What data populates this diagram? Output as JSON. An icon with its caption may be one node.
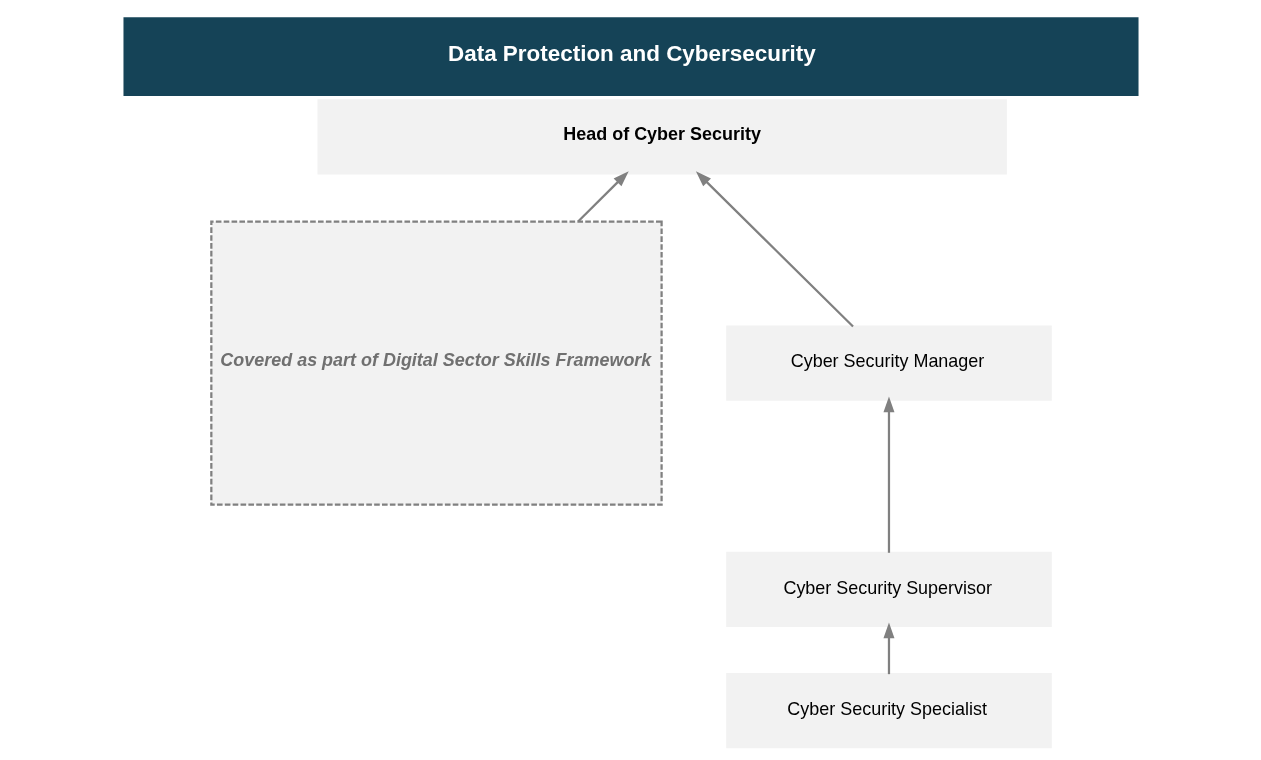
{
  "diagram": {
    "title": "Data Protection and Cybersecurity",
    "nodes": [
      {
        "text": [
          "Head of Cyber Security"
        ]
      },
      {
        "text": [
          "Covered as part of Digital Sector Skills Framework"
        ]
      },
      {
        "text": [
          "Cyber Security Manager"
        ]
      },
      {
        "text": [
          "Cyber Security Supervisor"
        ]
      },
      {
        "text": [
          "Cyber Security Specialist"
        ]
      }
    ],
    "edges": [
      {
        "from": 1,
        "to": 0,
        "arrow": "to"
      },
      {
        "from": 2,
        "to": 0,
        "arrow": "to"
      },
      {
        "from": 3,
        "to": 2,
        "arrow": "to"
      },
      {
        "from": 4,
        "to": 3,
        "arrow": "to"
      }
    ]
  }
}
